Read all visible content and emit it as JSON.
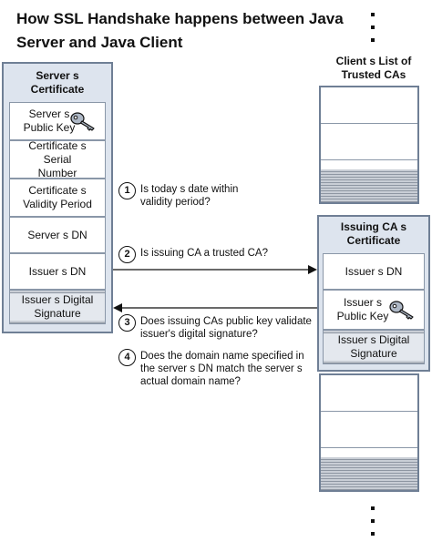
{
  "title": "How SSL Handshake happens between Java Server and Java Client",
  "server_cert": {
    "title": "Server s Certificate",
    "fields": {
      "public_key": "Server s Public Key",
      "serial_number": "Certificate s Serial Number",
      "validity_period": "Certificate s Validity Period",
      "dn": "Server s DN",
      "issuer_dn": "Issuer s DN",
      "issuer_signature": "Issuer s Digital Signature"
    }
  },
  "client_list": {
    "title": "Client s List of Trusted CAs"
  },
  "issuing_cert": {
    "title": "Issuing CA s Certificate",
    "fields": {
      "issuer_dn": "Issuer s DN",
      "public_key": "Issuer s Public Key",
      "signature": "Issuer s Digital Signature"
    }
  },
  "steps": [
    {
      "num": "1",
      "text": "Is today s date within validity period?"
    },
    {
      "num": "2",
      "text": "Is issuing CA a trusted CA?"
    },
    {
      "num": "3",
      "text": "Does issuing CAs public key validate issuer's digital signature?"
    },
    {
      "num": "4",
      "text": "Does the domain name specified in the server s DN match the server s actual domain name?"
    }
  ],
  "icons": {
    "key": "key-icon"
  },
  "colors": {
    "box_fill": "#dde4ee",
    "border": "#6f7f95"
  }
}
